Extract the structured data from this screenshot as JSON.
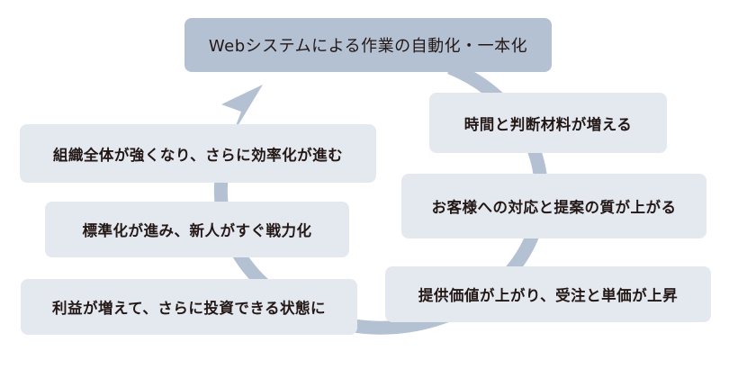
{
  "title": "Webシステムによる作業の自動化・一本化",
  "right_steps": [
    "時間と判断材料が増える",
    "お客様への対応と提案の質が上がる",
    "提供価値が上がり、受注と単価が上昇"
  ],
  "left_steps": [
    "組織全体が強くなり、さらに効率化が進む",
    "標準化が進み、新人がすぐ戦力化",
    "利益が増えて、さらに投資できる状態に"
  ],
  "colors": {
    "cycle": "#b4c1d3",
    "box": "#e4e8ef",
    "text": "#231815"
  }
}
